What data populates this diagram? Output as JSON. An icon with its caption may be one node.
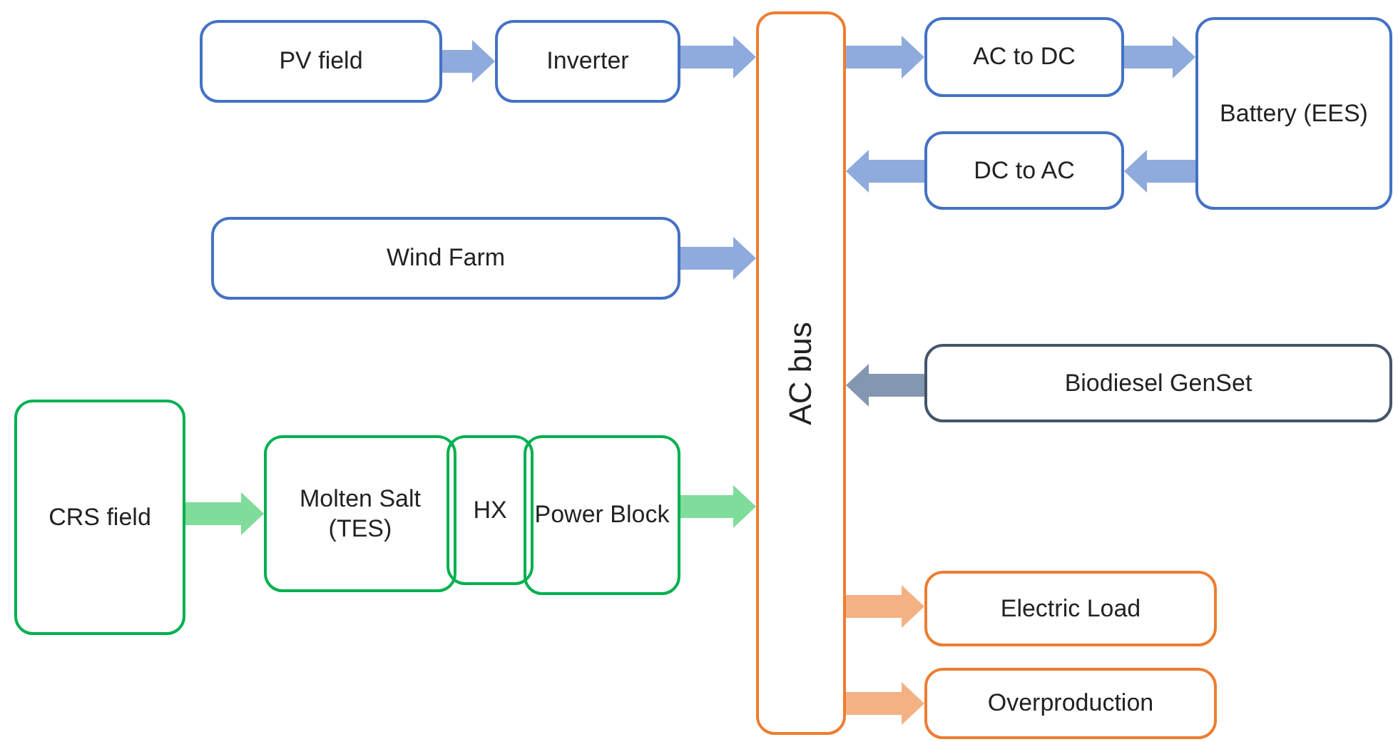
{
  "diagram": {
    "nodes": [
      {
        "text": [
          "PV field"
        ]
      },
      {
        "text": [
          "Inverter"
        ]
      },
      {
        "text": [
          "AC bus"
        ]
      },
      {
        "text": [
          "AC to DC"
        ]
      },
      {
        "text": [
          "Battery (EES)"
        ]
      },
      {
        "text": [
          "DC to AC"
        ]
      },
      {
        "text": [
          "Wind Farm"
        ]
      },
      {
        "text": [
          "Biodiesel GenSet"
        ]
      },
      {
        "text": [
          "CRS field"
        ]
      },
      {
        "text": [
          "Molten Salt (TES)"
        ]
      },
      {
        "text": [
          "HX"
        ]
      },
      {
        "text": [
          "Power Block"
        ]
      },
      {
        "text": [
          "Electric Load"
        ]
      },
      {
        "text": [
          "Overproduction"
        ]
      }
    ],
    "edges": [
      {
        "from": 0,
        "to": 1,
        "arrow": "to"
      },
      {
        "from": 1,
        "to": 2,
        "arrow": "to"
      },
      {
        "from": 2,
        "to": 3,
        "arrow": "to"
      },
      {
        "from": 3,
        "to": 4,
        "arrow": "to"
      },
      {
        "from": 4,
        "to": 5,
        "arrow": "to"
      },
      {
        "from": 5,
        "to": 2,
        "arrow": "to"
      },
      {
        "from": 6,
        "to": 2,
        "arrow": "to"
      },
      {
        "from": 7,
        "to": 2,
        "arrow": "to",
        "color": "#8497b0"
      },
      {
        "from": 8,
        "to": 9,
        "arrow": "to",
        "color": "#7fdc9a"
      },
      {
        "from": 11,
        "to": 2,
        "arrow": "to",
        "color": "#7fdc9a"
      },
      {
        "from": 2,
        "to": 12,
        "arrow": "to",
        "color": "#f4b183"
      },
      {
        "from": 2,
        "to": 13,
        "arrow": "to",
        "color": "#f4b183"
      }
    ]
  }
}
